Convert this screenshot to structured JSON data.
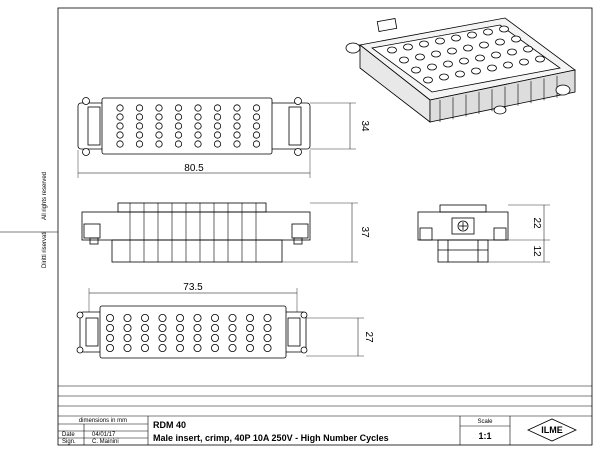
{
  "side_text": {
    "rights_it": "Diritti riservati",
    "rights_en": "All rights reserved"
  },
  "dimensions": {
    "top_height": "34",
    "top_width": "80.5",
    "side_height": "37",
    "end_upper": "22",
    "end_lower": "12",
    "bottom_width": "73.5",
    "bottom_height": "27"
  },
  "title_block": {
    "units": "dimensions in mm",
    "date_label": "Date",
    "date_value": "04/01/17",
    "sign_label": "Sign.",
    "sign_value": "C. Mainini",
    "part_code": "RDM 40",
    "description": "Male insert, crimp, 40P 10A 250V - High Number Cycles",
    "scale_label": "Scale",
    "scale_value": "1:1",
    "logo_text": "ILME"
  }
}
